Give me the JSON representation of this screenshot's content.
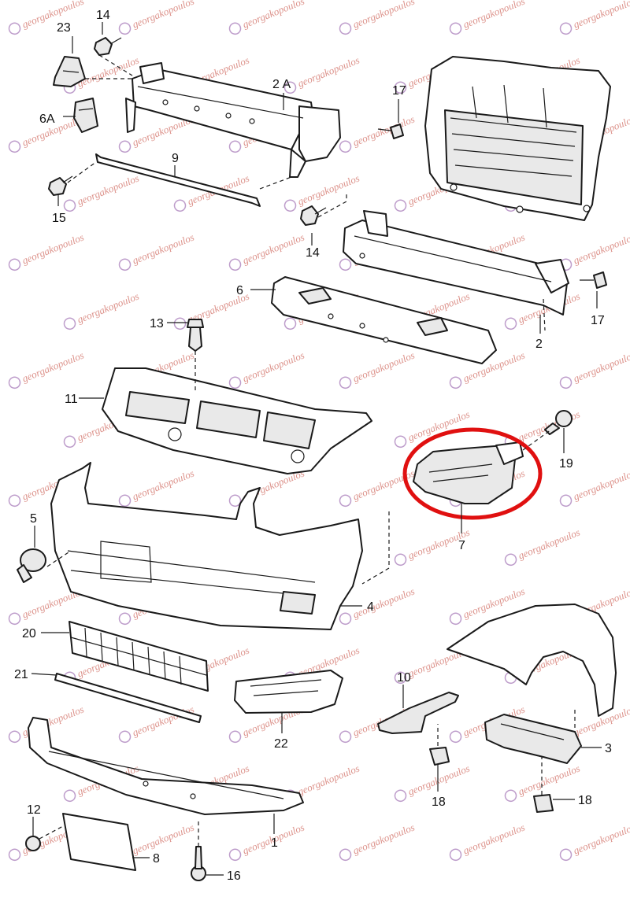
{
  "labels": {
    "p1": "1",
    "p2": "2",
    "p2a": "2 A",
    "p3": "3",
    "p4": "4",
    "p5": "5",
    "p6": "6",
    "p6a": "6A",
    "p7": "7",
    "p8": "8",
    "p9": "9",
    "p10": "10",
    "p11": "11",
    "p12": "12",
    "p13": "13",
    "p14a": "14",
    "p14b": "14",
    "p15": "15",
    "p16": "16",
    "p17a": "17",
    "p17b": "17",
    "p18a": "18",
    "p18b": "18",
    "p19": "19",
    "p20": "20",
    "p21": "21",
    "p22": "22",
    "p23": "23"
  },
  "watermark": {
    "text": "georgakopoulos",
    "color": "#c0392b",
    "logo_color": "#7d3c98"
  },
  "highlight": {
    "color": "#e01010",
    "part": "7"
  }
}
